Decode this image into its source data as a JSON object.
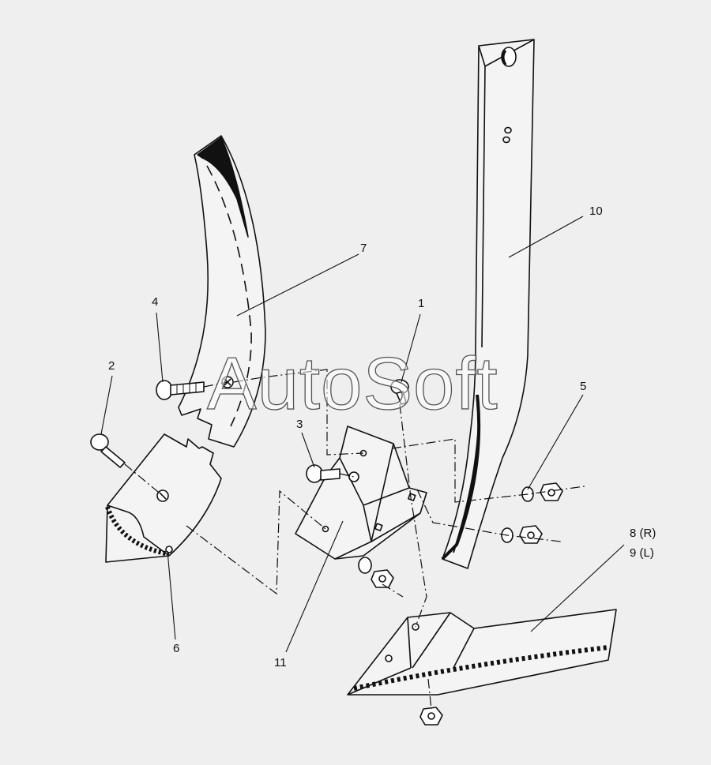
{
  "watermark": "AutoSoft",
  "callouts": {
    "c1": "1",
    "c2": "2",
    "c3": "3",
    "c4": "4",
    "c5": "5",
    "c6": "6",
    "c7": "7",
    "c8": "8 (R)",
    "c9": "9 (L)",
    "c10": "10",
    "c11": "11"
  },
  "colors": {
    "ink": "#111111",
    "background": "#efefef"
  }
}
